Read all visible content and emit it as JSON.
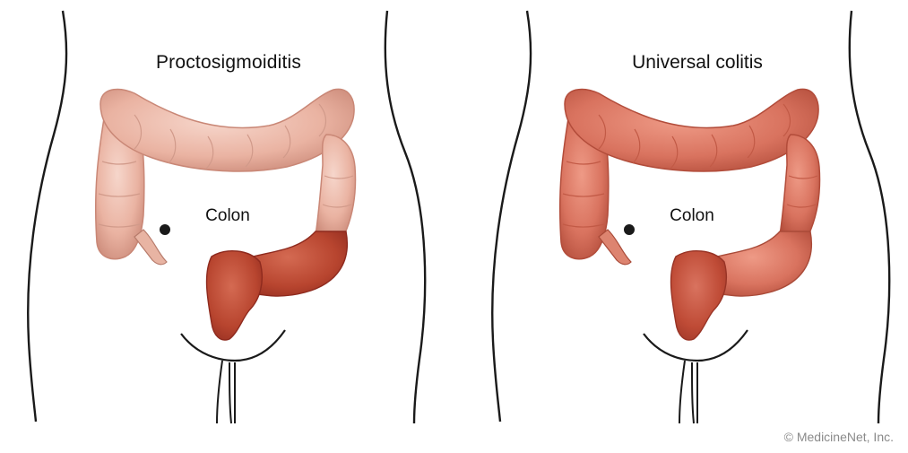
{
  "panels": [
    {
      "title": "Proctosigmoiditis",
      "organ_label": "Colon",
      "affected_extent": "rectum and sigmoid colon",
      "colors": {
        "healthy": "#eab3a2",
        "healthy_shade": "#c98776",
        "inflamed": "#b8452f",
        "inflamed_dark": "#8e2a1e"
      }
    },
    {
      "title": "Universal colitis",
      "organ_label": "Colon",
      "affected_extent": "entire colon",
      "colors": {
        "healthy": "#d9735f",
        "healthy_shade": "#b24c3a",
        "inflamed": "#bf4b36",
        "inflamed_dark": "#983325"
      }
    }
  ],
  "credit": "© MedicineNet, Inc.",
  "outline_color": "#1a1a1a"
}
